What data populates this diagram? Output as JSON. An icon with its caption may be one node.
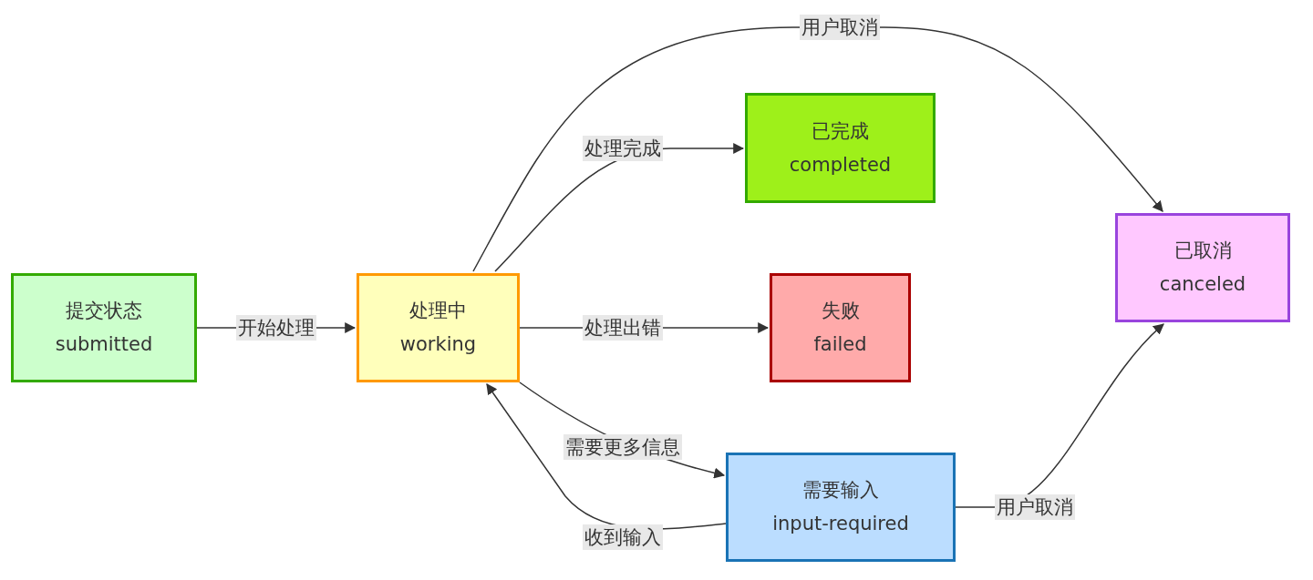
{
  "diagram": {
    "nodes": [
      {
        "text": [
          "提交状态",
          "submitted"
        ]
      },
      {
        "text": [
          "处理中",
          "working"
        ]
      },
      {
        "text": [
          "已完成",
          "completed"
        ]
      },
      {
        "text": [
          "失败",
          "failed"
        ]
      },
      {
        "text": [
          "已取消",
          "canceled"
        ]
      },
      {
        "text": [
          "需要输入",
          "input-required"
        ]
      }
    ],
    "edges": [
      {
        "from": 0,
        "to": 1,
        "arrow": "to",
        "label": "开始处理"
      },
      {
        "from": 1,
        "to": 2,
        "arrow": "to",
        "label": "处理完成"
      },
      {
        "from": 1,
        "to": 3,
        "arrow": "to",
        "label": "处理出错"
      },
      {
        "from": 1,
        "to": 5,
        "arrow": "to",
        "label": "需要更多信息"
      },
      {
        "from": 5,
        "to": 1,
        "arrow": "to",
        "label": "收到输入"
      },
      {
        "from": 1,
        "to": 4,
        "arrow": "to",
        "label": "用户取消"
      },
      {
        "from": 5,
        "to": 4,
        "arrow": "to",
        "label": "用户取消"
      }
    ]
  }
}
